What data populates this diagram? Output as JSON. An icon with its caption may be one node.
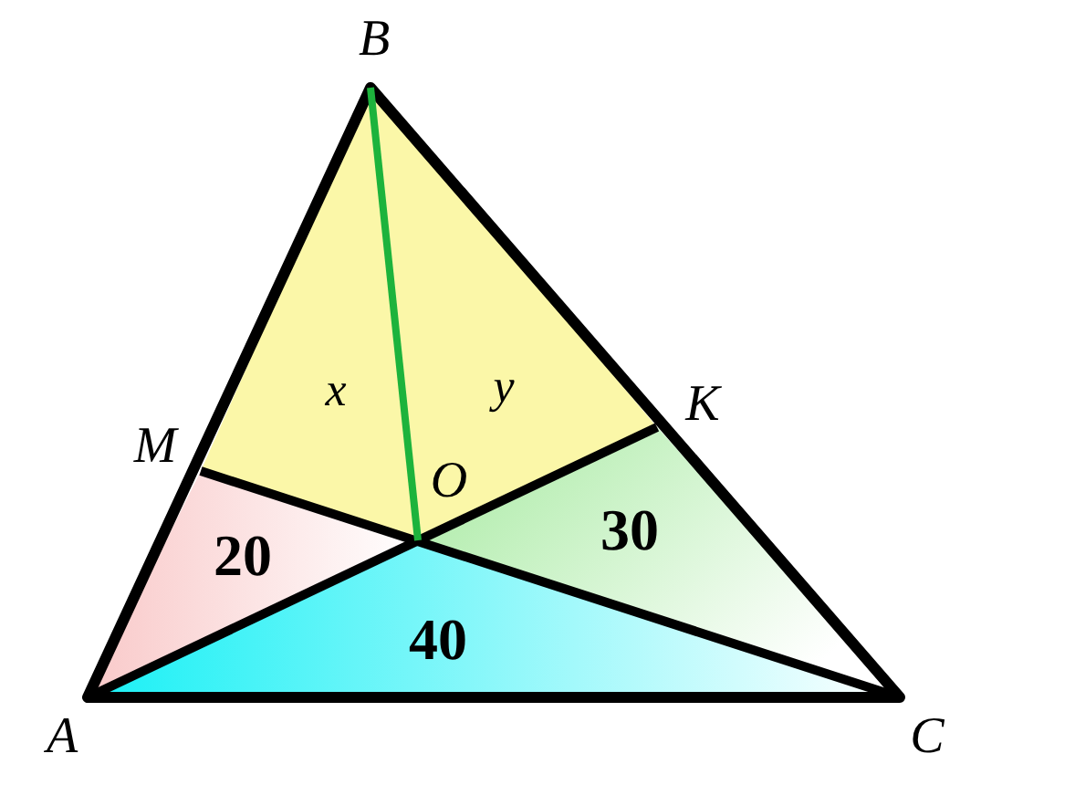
{
  "diagram": {
    "labels": [
      "B",
      "M",
      "K",
      "O",
      "x",
      "y",
      "20",
      "30",
      "40",
      "A",
      "C"
    ]
  }
}
